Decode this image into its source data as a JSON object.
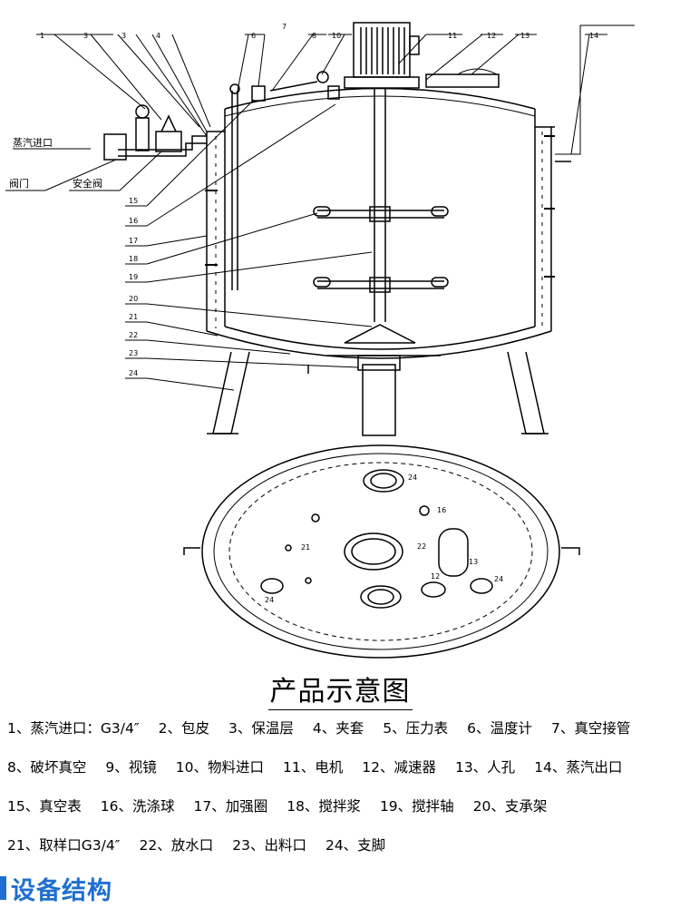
{
  "diagram": {
    "callouts": {
      "top": [
        "1",
        "3",
        "3",
        "4",
        "6",
        "7",
        "8",
        "10",
        "11",
        "12",
        "13",
        "14"
      ],
      "left": [
        "15",
        "16",
        "17",
        "18",
        "19",
        "20",
        "21",
        "22",
        "23",
        "24"
      ]
    },
    "pipe_labels": {
      "steam_inlet": "蒸汽进口",
      "valve": "阀门",
      "safety_valve": "安全阀"
    },
    "plan_labels": {
      "p24a": "24",
      "p16": "16",
      "p21": "21",
      "p22": "22",
      "p12": "12",
      "p13": "13",
      "p24b": "24",
      "p24c": "24"
    }
  },
  "caption": "产品示意图",
  "legend": [
    "1、蒸汽进口：G3/4″",
    "2、包皮",
    "3、保温层",
    "4、夹套",
    "5、压力表",
    "6、温度计",
    "7、真空接管",
    "8、破坏真空",
    "9、视镜",
    "10、物料进口",
    "11、电机",
    "12、减速器",
    "13、人孔",
    "14、蒸汽出口",
    "15、真空表",
    "16、洗涤球",
    "17、加强圈",
    "18、搅拌浆",
    "19、搅拌轴",
    "20、支承架",
    "21、取样口G3/4″",
    "22、放水口",
    "23、出料口",
    "24、支脚"
  ],
  "section_title": "设备结构",
  "colors": {
    "accent": "#1f6fd0"
  }
}
